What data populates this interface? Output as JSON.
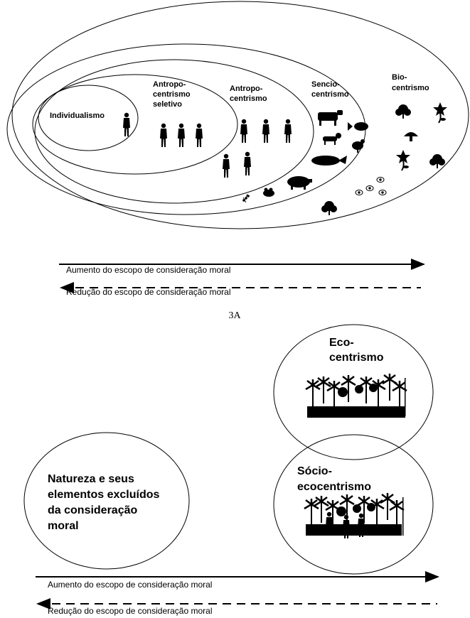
{
  "diagram_a": {
    "labels": {
      "individualismo": "Individualismo",
      "antropo_seletivo_1": "Antropo-",
      "antropo_seletivo_2": "centrismo",
      "antropo_seletivo_3": "seletivo",
      "antropo_1": "Antropo-",
      "antropo_2": "centrismo",
      "sencio_1": "Sencio-",
      "sencio_2": "centrismo",
      "bio_1": "Bio-",
      "bio_2": "centrismo"
    },
    "arrow_increase": "Aumento do escopo de consideração moral",
    "arrow_decrease": "Redução do escopo de consideração moral",
    "caption": "3A"
  },
  "diagram_b": {
    "eco_1": "Eco-",
    "eco_2": "centrismo",
    "socio_1": "Sócio-",
    "socio_2": "ecocentrismo",
    "excluded_1": "Natureza e seus",
    "excluded_2": "elementos excluídos",
    "excluded_3": "da consideração",
    "excluded_4": "moral",
    "arrow_increase": "Aumento do escopo de consideração moral",
    "arrow_decrease": "Redução do escopo de consideração moral"
  }
}
